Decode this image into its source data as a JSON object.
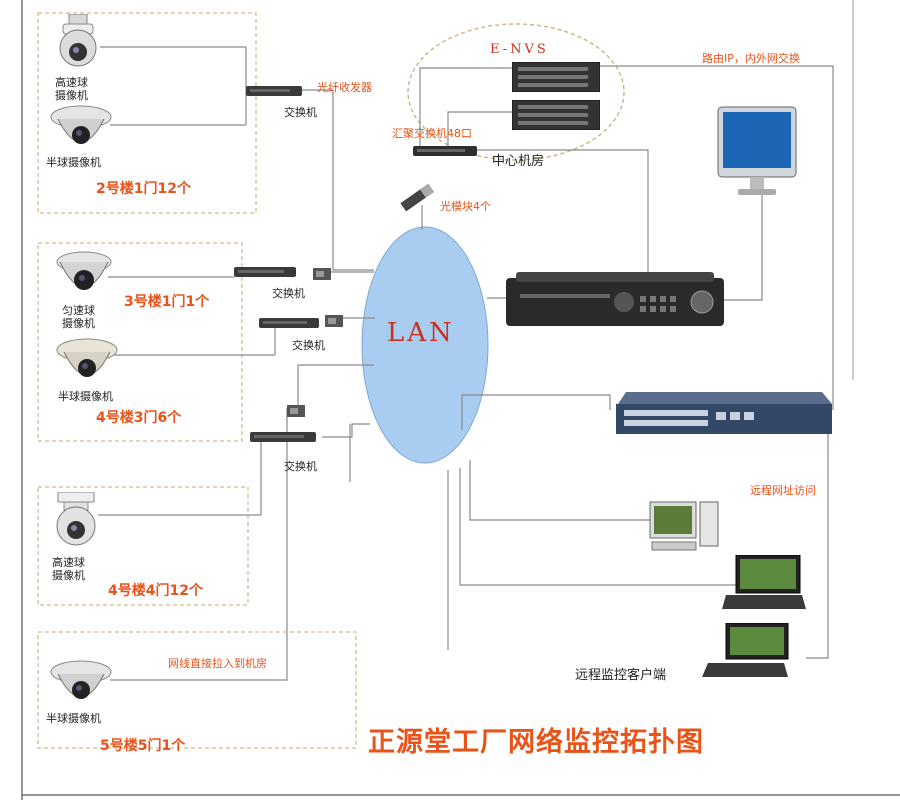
{
  "title": "正源堂工厂网络监控拓扑图",
  "lan_label": "LAN",
  "envs_label": "E-NVS",
  "center_room": "中心机房",
  "labels": {
    "fiber_transceiver": "光纤收发器",
    "switch1": "交换机",
    "switch2": "交换机",
    "switch3": "交换机",
    "switch4": "交换机",
    "core_switch": "汇聚交换机48口",
    "optical_module": "光模块4个",
    "router_ip": "路由IP，内外网交换",
    "remote_access": "远程网址访问",
    "remote_client": "远程监控客户端",
    "direct_cable": "网线直接拉入到机房"
  },
  "groups": [
    {
      "name": "2号楼1门12个",
      "cam1": "高速球\n摄像机",
      "cam2": "半球摄像机"
    },
    {
      "name": "3号楼1门1个",
      "cam1": "匀速球\n摄像机",
      "cam2": "半球摄像机"
    },
    {
      "name": "4号楼3门6个"
    },
    {
      "name": "4号楼4门12个",
      "cam1": "高速球\n摄像机"
    },
    {
      "name": "5号楼5门1个",
      "cam1": "半球摄像机"
    }
  ],
  "colors": {
    "lan_fill": "#a9cdf0",
    "accent": "#e8531a",
    "line": "#7a7a7a",
    "dash": "#d9c79a"
  }
}
